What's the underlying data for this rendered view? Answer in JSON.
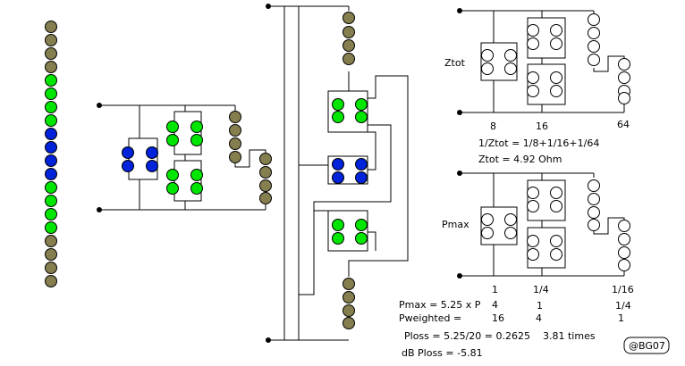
{
  "colors": {
    "olive": "#857E4F",
    "green": "#00E600",
    "blue": "#0022D8",
    "white": "#FFFFFF",
    "wire": "#000000"
  },
  "speaker_column": {
    "groups": [
      {
        "color": "olive",
        "count": 4
      },
      {
        "color": "green",
        "count": 4
      },
      {
        "color": "blue",
        "count": 4
      },
      {
        "color": "green",
        "count": 4
      },
      {
        "color": "olive",
        "count": 4
      }
    ]
  },
  "labels": {
    "ztot": "Ztot",
    "pmax": "Pmax",
    "imp_a": "8",
    "imp_b": "16",
    "imp_c": "64",
    "formula": "1/Ztot = 1/8+1/16+1/64",
    "ztot_value": "Ztot = 4.92 Ohm",
    "pow_a": "1",
    "pow_b": "1/4",
    "pow_c": "1/16",
    "pmax_label": "Pmax = 5.25 x P",
    "pmax_a": "4",
    "pmax_b": "1",
    "pmax_c": "1/4",
    "pweighted_label": "Pweighted =",
    "pw_a": "16",
    "pw_b": "4",
    "pw_c": "1",
    "ploss": "Ploss = 5.25/20 = 0.2625",
    "times": "3.81 times",
    "db_ploss": "dB Ploss = -5.81",
    "credit": "@BG07"
  }
}
